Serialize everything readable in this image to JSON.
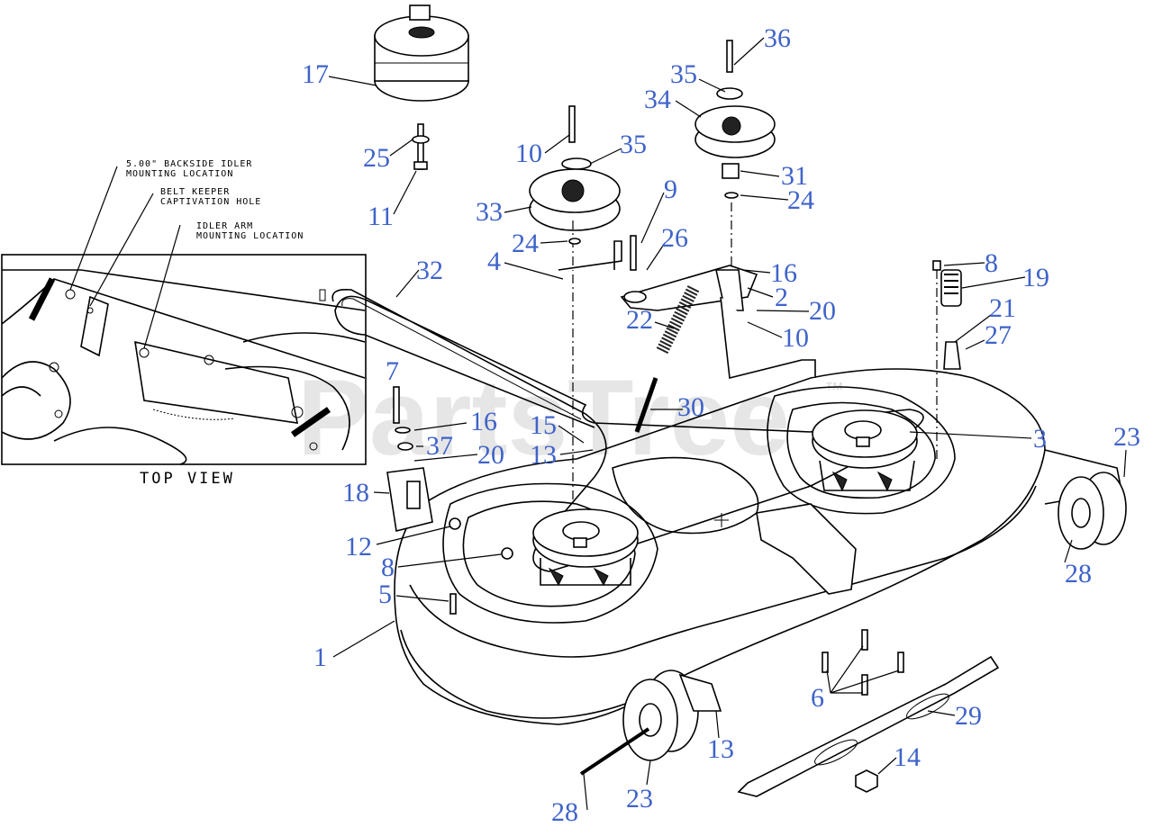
{
  "watermark": "PartsTree",
  "watermark_tm": "™",
  "inset": {
    "label": "TOP VIEW",
    "notes": [
      [
        "5.00\" BACKSIDE IDLER",
        "MOUNTING LOCATION"
      ],
      [
        "BELT KEEPER",
        "CAPTIVATION HOLE"
      ],
      [
        "IDLER ARM",
        "MOUNTING LOCATION"
      ]
    ]
  },
  "callouts": [
    "17",
    "36",
    "35",
    "34",
    "25",
    "10",
    "35",
    "31",
    "33",
    "9",
    "24",
    "11",
    "24",
    "26",
    "4",
    "16",
    "32",
    "2",
    "20",
    "22",
    "10",
    "8",
    "19",
    "21",
    "27",
    "7",
    "30",
    "16",
    "15",
    "3",
    "23",
    "37",
    "13",
    "20",
    "18",
    "12",
    "8",
    "28",
    "5",
    "1",
    "6",
    "29",
    "13",
    "14",
    "23",
    "28"
  ],
  "colors": {
    "callout": "#3f63c9",
    "line": "#000000",
    "watermark": "#e6e6e6"
  }
}
